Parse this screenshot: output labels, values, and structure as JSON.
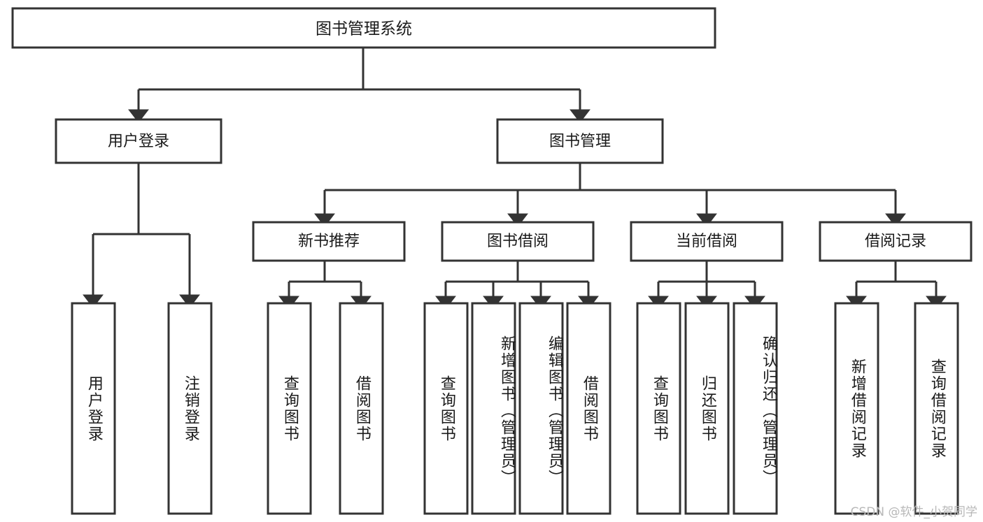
{
  "diagram": {
    "title": "图书管理系统",
    "type": "tree-hierarchy",
    "levels": 4,
    "root": {
      "id": "root",
      "label": "图书管理系统",
      "orientation": "horizontal"
    },
    "level2": [
      {
        "id": "user-login",
        "label": "用户登录",
        "orientation": "horizontal"
      },
      {
        "id": "book-manage",
        "label": "图书管理",
        "orientation": "horizontal"
      }
    ],
    "level3": [
      {
        "id": "new-book-recommend",
        "label": "新书推荐",
        "orientation": "horizontal",
        "parent": "book-manage"
      },
      {
        "id": "book-borrow",
        "label": "图书借阅",
        "orientation": "horizontal",
        "parent": "book-manage"
      },
      {
        "id": "current-borrow",
        "label": "当前借阅",
        "orientation": "horizontal",
        "parent": "book-manage"
      },
      {
        "id": "borrow-record",
        "label": "借阅记录",
        "orientation": "horizontal",
        "parent": "book-manage"
      }
    ],
    "leaves": [
      {
        "id": "leaf-user-login",
        "label": "用户登录",
        "parent": "user-login",
        "orientation": "vertical"
      },
      {
        "id": "leaf-logout",
        "label": "注销登录",
        "parent": "user-login",
        "orientation": "vertical"
      },
      {
        "id": "leaf-query-book-1",
        "label": "查询图书",
        "parent": "new-book-recommend",
        "orientation": "vertical"
      },
      {
        "id": "leaf-borrow-book-1",
        "label": "借阅图书",
        "parent": "new-book-recommend",
        "orientation": "vertical"
      },
      {
        "id": "leaf-query-book-2",
        "label": "查询图书",
        "parent": "book-borrow",
        "orientation": "vertical"
      },
      {
        "id": "leaf-add-book",
        "label": "新增图书（管理员）",
        "parent": "book-borrow",
        "orientation": "vertical"
      },
      {
        "id": "leaf-edit-book",
        "label": "编辑图书（管理员）",
        "parent": "book-borrow",
        "orientation": "vertical"
      },
      {
        "id": "leaf-borrow-book-2",
        "label": "借阅图书",
        "parent": "book-borrow",
        "orientation": "vertical"
      },
      {
        "id": "leaf-query-book-3",
        "label": "查询图书",
        "parent": "current-borrow",
        "orientation": "vertical"
      },
      {
        "id": "leaf-return-book",
        "label": "归还图书",
        "parent": "current-borrow",
        "orientation": "vertical"
      },
      {
        "id": "leaf-confirm-return",
        "label": "确认归还（管理员）",
        "parent": "current-borrow",
        "orientation": "vertical"
      },
      {
        "id": "leaf-add-record",
        "label": "新增借阅记录",
        "parent": "borrow-record",
        "orientation": "vertical"
      },
      {
        "id": "leaf-query-record",
        "label": "查询借阅记录",
        "parent": "borrow-record",
        "orientation": "vertical"
      }
    ],
    "colors": {
      "box_stroke": "#333333",
      "box_fill": "#ffffff",
      "edge": "#333333",
      "text": "#1a1a1a",
      "background": "#ffffff",
      "watermark": "#b8b8b8"
    }
  },
  "watermark": {
    "text": "CSDN @软件_小贺同学"
  }
}
